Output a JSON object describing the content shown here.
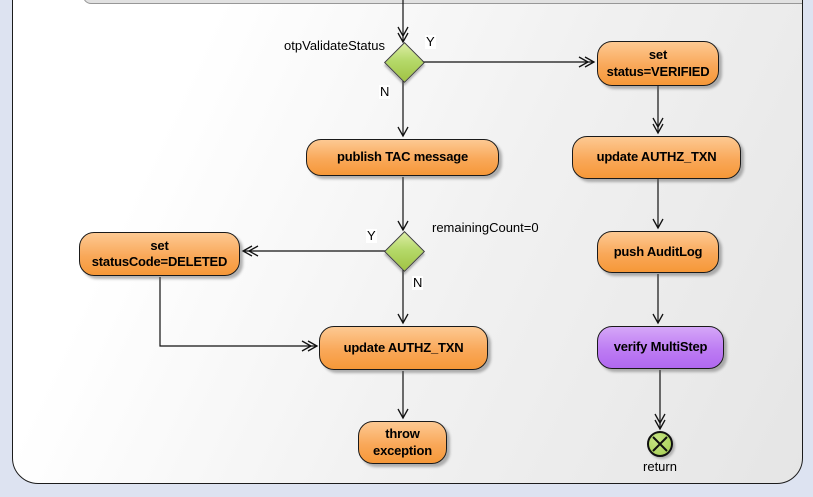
{
  "colors": {
    "page_background": "#dde3f1",
    "panel_border": "#1c1c1c",
    "action_fill_top": "#fdc992",
    "action_fill_bottom": "#f69838",
    "verify_fill_top": "#d5a6f8",
    "verify_fill_bottom": "#b168f0",
    "decision_fill": "#b5d96a",
    "final_fill": "#aed45f",
    "edge_color": "#111111"
  },
  "nodes": {
    "set_verified": "set\nstatus=VERIFIED",
    "publish_tac": "publish TAC message",
    "set_deleted": "set\nstatusCode=DELETED",
    "update_authz_left": "update AUTHZ_TXN",
    "throw_exception": "throw\nexception",
    "update_authz_right": "update AUTHZ_TXN",
    "push_auditlog": "push AuditLog",
    "verify_multistep": "verify MultiStep"
  },
  "labels": {
    "decision1": "otpValidateStatus",
    "decision1_yes": "Y",
    "decision1_no": "N",
    "decision2": "remainingCount=0",
    "decision2_yes": "Y",
    "decision2_no": "N",
    "final": "return"
  }
}
